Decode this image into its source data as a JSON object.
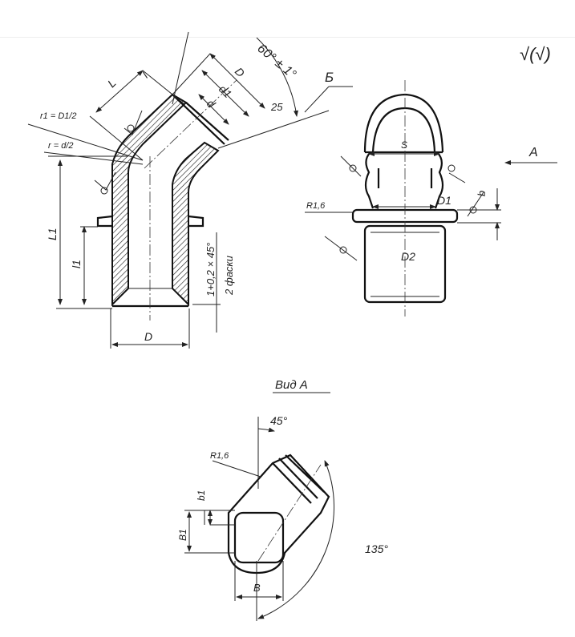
{
  "roughness_mark": "√(√)",
  "side_view": {
    "angle": "60° ± 1°",
    "section_mark": "Б",
    "dim_D_top": "D",
    "dim_d1": "d1",
    "dim_d": "d",
    "dim_l": "l",
    "dim_L": "L",
    "chamfer_25": "25",
    "r1_formula": "r1 = D1/2",
    "r_formula": "r = d/2",
    "dim_L1": "L1",
    "dim_l1": "l1",
    "chamfer_note": "1+0,2 × 45°",
    "chamfer_count": "2 фаски",
    "dim_D_bottom": "D"
  },
  "front_view": {
    "dim_S": "S",
    "view_arrow": "А",
    "radius": "R1,6",
    "dim_D1": "D1",
    "dim_b": "b",
    "dim_D2": "D2"
  },
  "view_a": {
    "title": "Вид А",
    "angle_top": "45°",
    "radius": "R1,6",
    "dim_b1": "b1",
    "dim_B1": "B1",
    "dim_B": "B",
    "angle_big": "135°"
  }
}
